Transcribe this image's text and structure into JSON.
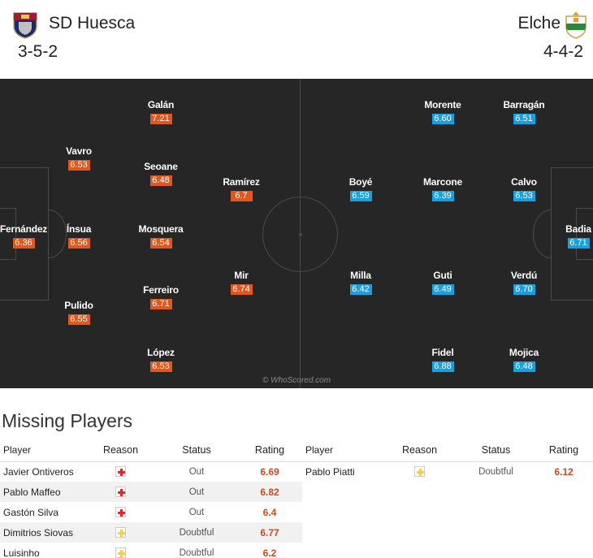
{
  "home": {
    "name": "SD Huesca",
    "formation": "3-5-2",
    "players": [
      {
        "name": "Galán",
        "rating": "7.21"
      },
      {
        "name": "Vavro",
        "rating": "6.53"
      },
      {
        "name": "Seoane",
        "rating": "6.48"
      },
      {
        "name": "Ramírez",
        "rating": "6.7"
      },
      {
        "name": "Fernández",
        "rating": "6.36"
      },
      {
        "name": "Ínsua",
        "rating": "6.56"
      },
      {
        "name": "Mosquera",
        "rating": "6.54"
      },
      {
        "name": "Mir",
        "rating": "6.74"
      },
      {
        "name": "Ferreiro",
        "rating": "6.71"
      },
      {
        "name": "Pulido",
        "rating": "6.55"
      },
      {
        "name": "López",
        "rating": "6.53"
      }
    ]
  },
  "away": {
    "name": "Elche",
    "formation": "4-4-2",
    "players": [
      {
        "name": "Morente",
        "rating": "6.60"
      },
      {
        "name": "Barragán",
        "rating": "6.51"
      },
      {
        "name": "Boyé",
        "rating": "6.59"
      },
      {
        "name": "Marcone",
        "rating": "6.39"
      },
      {
        "name": "Calvo",
        "rating": "6.53"
      },
      {
        "name": "Badia",
        "rating": "6.71"
      },
      {
        "name": "Milla",
        "rating": "6.42"
      },
      {
        "name": "Guti",
        "rating": "6.49"
      },
      {
        "name": "Verdú",
        "rating": "6.70"
      },
      {
        "name": "Fidel",
        "rating": "6.88"
      },
      {
        "name": "Mojica",
        "rating": "6.48"
      }
    ]
  },
  "watermark": "© WhoScored.com",
  "missing": {
    "title": "Missing Players",
    "headers": {
      "player": "Player",
      "reason": "Reason",
      "status": "Status",
      "rating": "Rating"
    },
    "home": [
      {
        "player": "Javier Ontiveros",
        "reason": "injury-icon",
        "status": "Out",
        "rating": "6.69"
      },
      {
        "player": "Pablo Maffeo",
        "reason": "injury-icon",
        "status": "Out",
        "rating": "6.82"
      },
      {
        "player": "Gastón Silva",
        "reason": "injury-icon",
        "status": "Out",
        "rating": "6.4"
      },
      {
        "player": "Dimitrios Siovas",
        "reason": "doubt-icon",
        "status": "Doubtful",
        "rating": "6.77"
      },
      {
        "player": "Luisinho",
        "reason": "doubt-icon",
        "status": "Doubtful",
        "rating": "6.2"
      }
    ],
    "away": [
      {
        "player": "Pablo Piatti",
        "reason": "doubt-icon",
        "status": "Doubtful",
        "rating": "6.12"
      }
    ]
  },
  "colors": {
    "home_rating": "#e1581f",
    "away_rating": "#1a9fe0",
    "pitch": "#262626",
    "missing_rating": "#d2491a"
  }
}
